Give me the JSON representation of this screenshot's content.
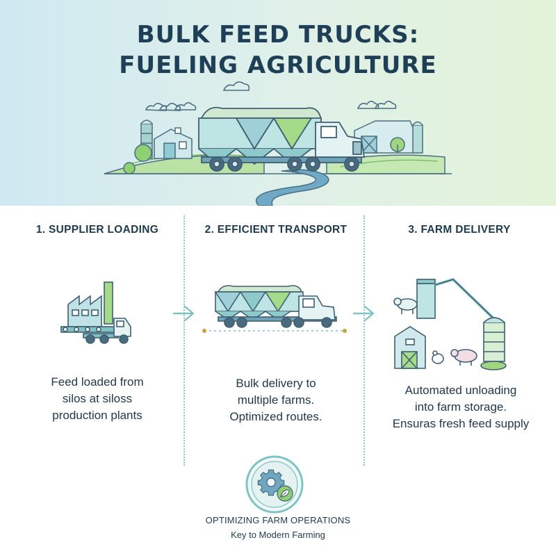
{
  "header": {
    "title_line1": "BULK FEED TRUCKS:",
    "title_line2": "FUELING AGRICULTURE"
  },
  "steps": [
    {
      "title": "1. SUPPLIER LOADING",
      "icon": "factory-loading-icon",
      "description": [
        "Feed loaded from",
        "silos at siloss",
        "production plants"
      ]
    },
    {
      "title": "2. EFFICIENT TRANSPORT",
      "icon": "feed-truck-icon",
      "description": [
        "Bulk delivery to",
        "multiple farms.",
        "Optimized routes."
      ]
    },
    {
      "title": "3. FARM DELIVERY",
      "icon": "farm-unloading-icon",
      "description": [
        "Automated unloading",
        "into farm storage.",
        "Ensuras fresh feed supply"
      ]
    }
  ],
  "footer": {
    "icon": "gear-leaf-icon",
    "title": "OPTIMIZING FARM OPERATIONS",
    "subtitle": "Key to Modern Farming"
  },
  "colors": {
    "navy": "#1e3f55",
    "teal": "#7fc3c4",
    "green": "#9fd68a",
    "light_blue": "#cfe8f1"
  }
}
